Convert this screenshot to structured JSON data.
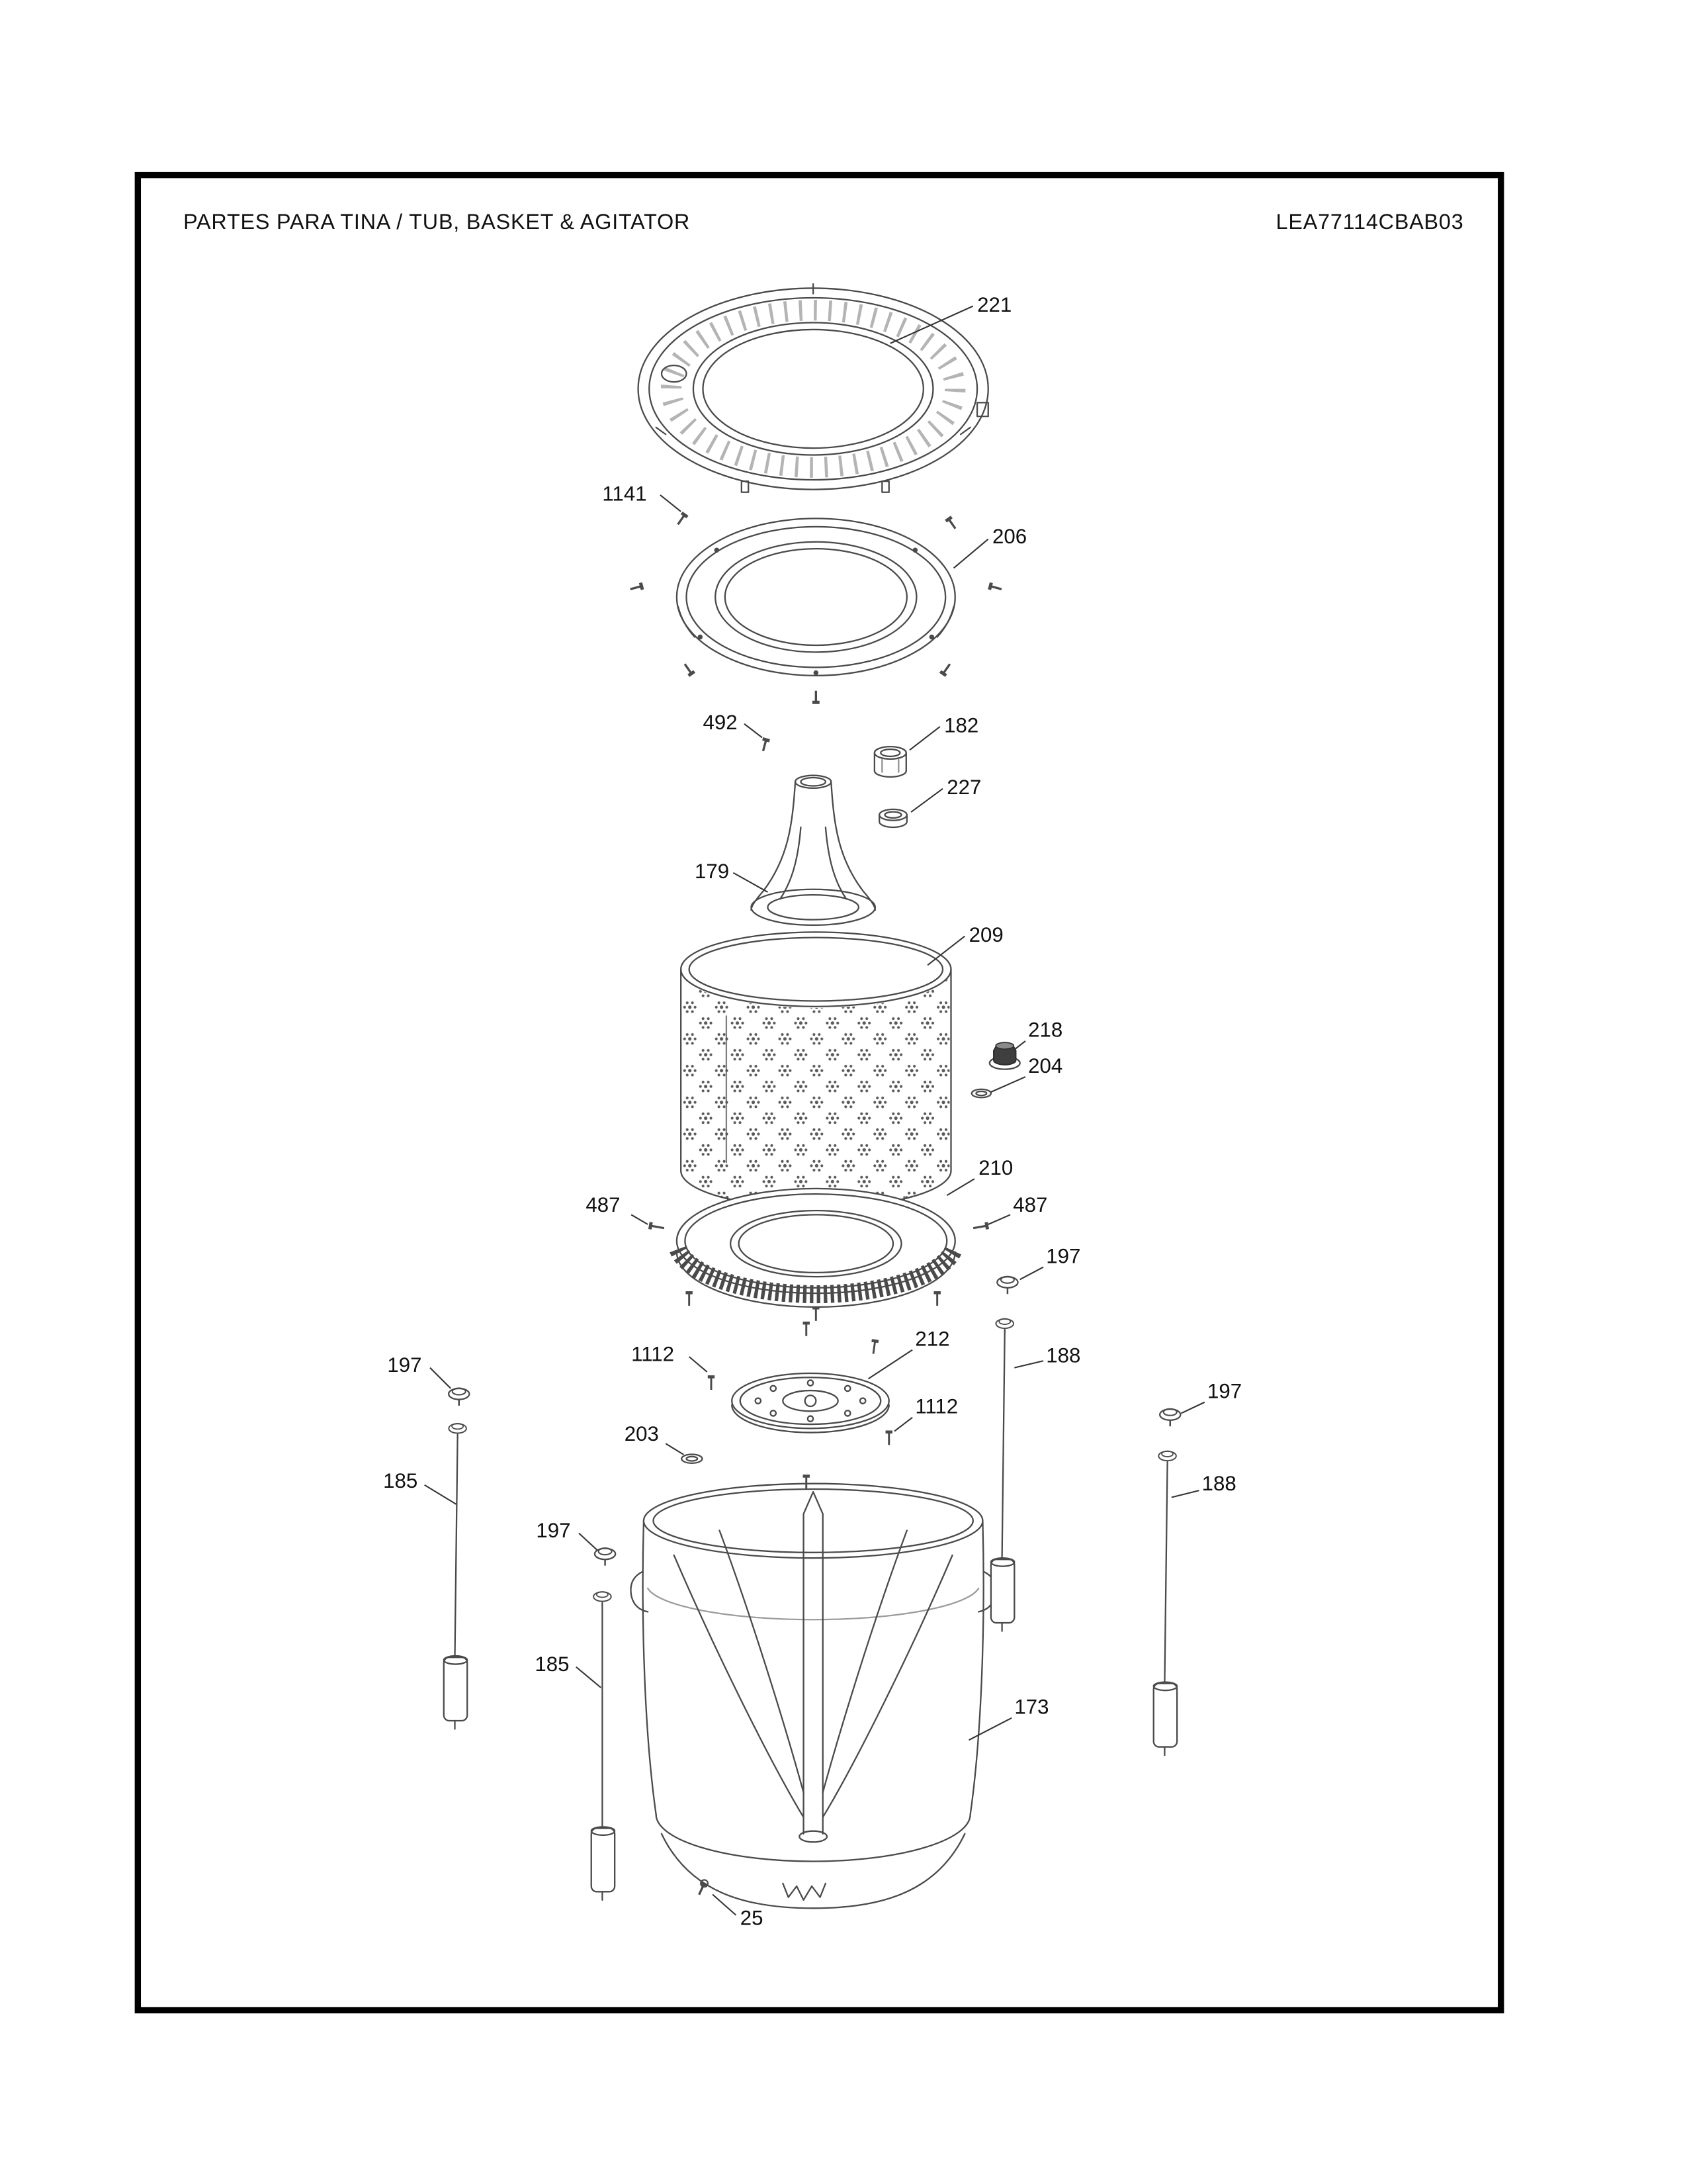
{
  "header": {
    "title": "PARTES PARA TINA  /  TUB, BASKET & AGITATOR",
    "doc_code": "LEA77114CBAB03"
  },
  "callouts": {
    "n25": "25",
    "n173": "173",
    "n179": "179",
    "n182": "182",
    "n185": "185",
    "n188": "188",
    "n197": "197",
    "n203": "203",
    "n204": "204",
    "n206": "206",
    "n209": "209",
    "n210": "210",
    "n212": "212",
    "n218": "218",
    "n221": "221",
    "n227": "227",
    "n487": "487",
    "n492": "492",
    "n1112": "1112",
    "n1141": "1141"
  },
  "colors": {
    "line": "#4a4a4a",
    "text": "#111111",
    "frame": "#000000",
    "nut_fill": "#3f3f3f"
  }
}
